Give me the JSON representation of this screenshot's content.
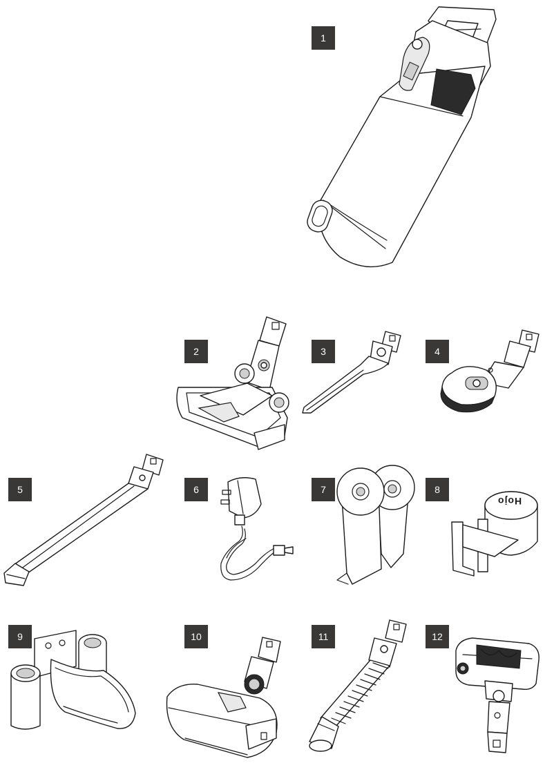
{
  "parts": [
    {
      "number": "1",
      "name": "handheld-vacuum-body-icon"
    },
    {
      "number": "2",
      "name": "floor-brush-head-icon"
    },
    {
      "number": "3",
      "name": "crevice-tool-icon"
    },
    {
      "number": "4",
      "name": "dusting-brush-icon"
    },
    {
      "number": "5",
      "name": "extension-tube-icon"
    },
    {
      "number": "6",
      "name": "charger-adapter-icon"
    },
    {
      "number": "7",
      "name": "filters-icon"
    },
    {
      "number": "8",
      "name": "accessory-clip-icon"
    },
    {
      "number": "9",
      "name": "wall-mount-bracket-icon"
    },
    {
      "number": "10",
      "name": "soft-roller-head-icon"
    },
    {
      "number": "11",
      "name": "flexible-hose-icon"
    },
    {
      "number": "12",
      "name": "mini-motorised-tool-icon"
    }
  ],
  "logo_text": "Hojo"
}
